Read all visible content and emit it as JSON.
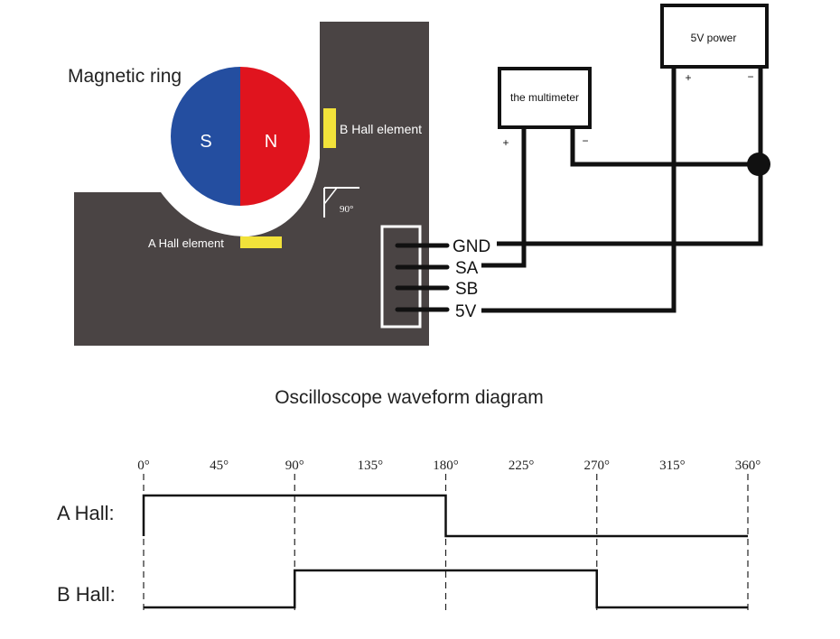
{
  "sensor": {
    "ring_label": "Magnetic ring",
    "pole_s": "S",
    "pole_n": "N",
    "b_hall_label": "B Hall element",
    "a_hall_label": "A Hall element",
    "angle_label": "90°",
    "colors": {
      "body": "#4a4444",
      "south": "#244ea0",
      "north": "#e0141e",
      "hall": "#f2e23a"
    }
  },
  "connector": {
    "pins": [
      "GND",
      "SA",
      "SB",
      "5V"
    ]
  },
  "multimeter": {
    "label": "the multimeter",
    "plus": "+",
    "minus": "−"
  },
  "power": {
    "label": "5V power",
    "plus": "+",
    "minus": "−"
  },
  "waveform": {
    "title": "Oscilloscope waveform diagram",
    "angles": [
      "0°",
      "45°",
      "90°",
      "135°",
      "180°",
      "225°",
      "270°",
      "315°",
      "360°"
    ],
    "channels": [
      {
        "label": "A Hall:",
        "levels": [
          1,
          1,
          0,
          0
        ]
      },
      {
        "label": "B Hall:",
        "levels": [
          0,
          1,
          1,
          0
        ]
      }
    ]
  }
}
